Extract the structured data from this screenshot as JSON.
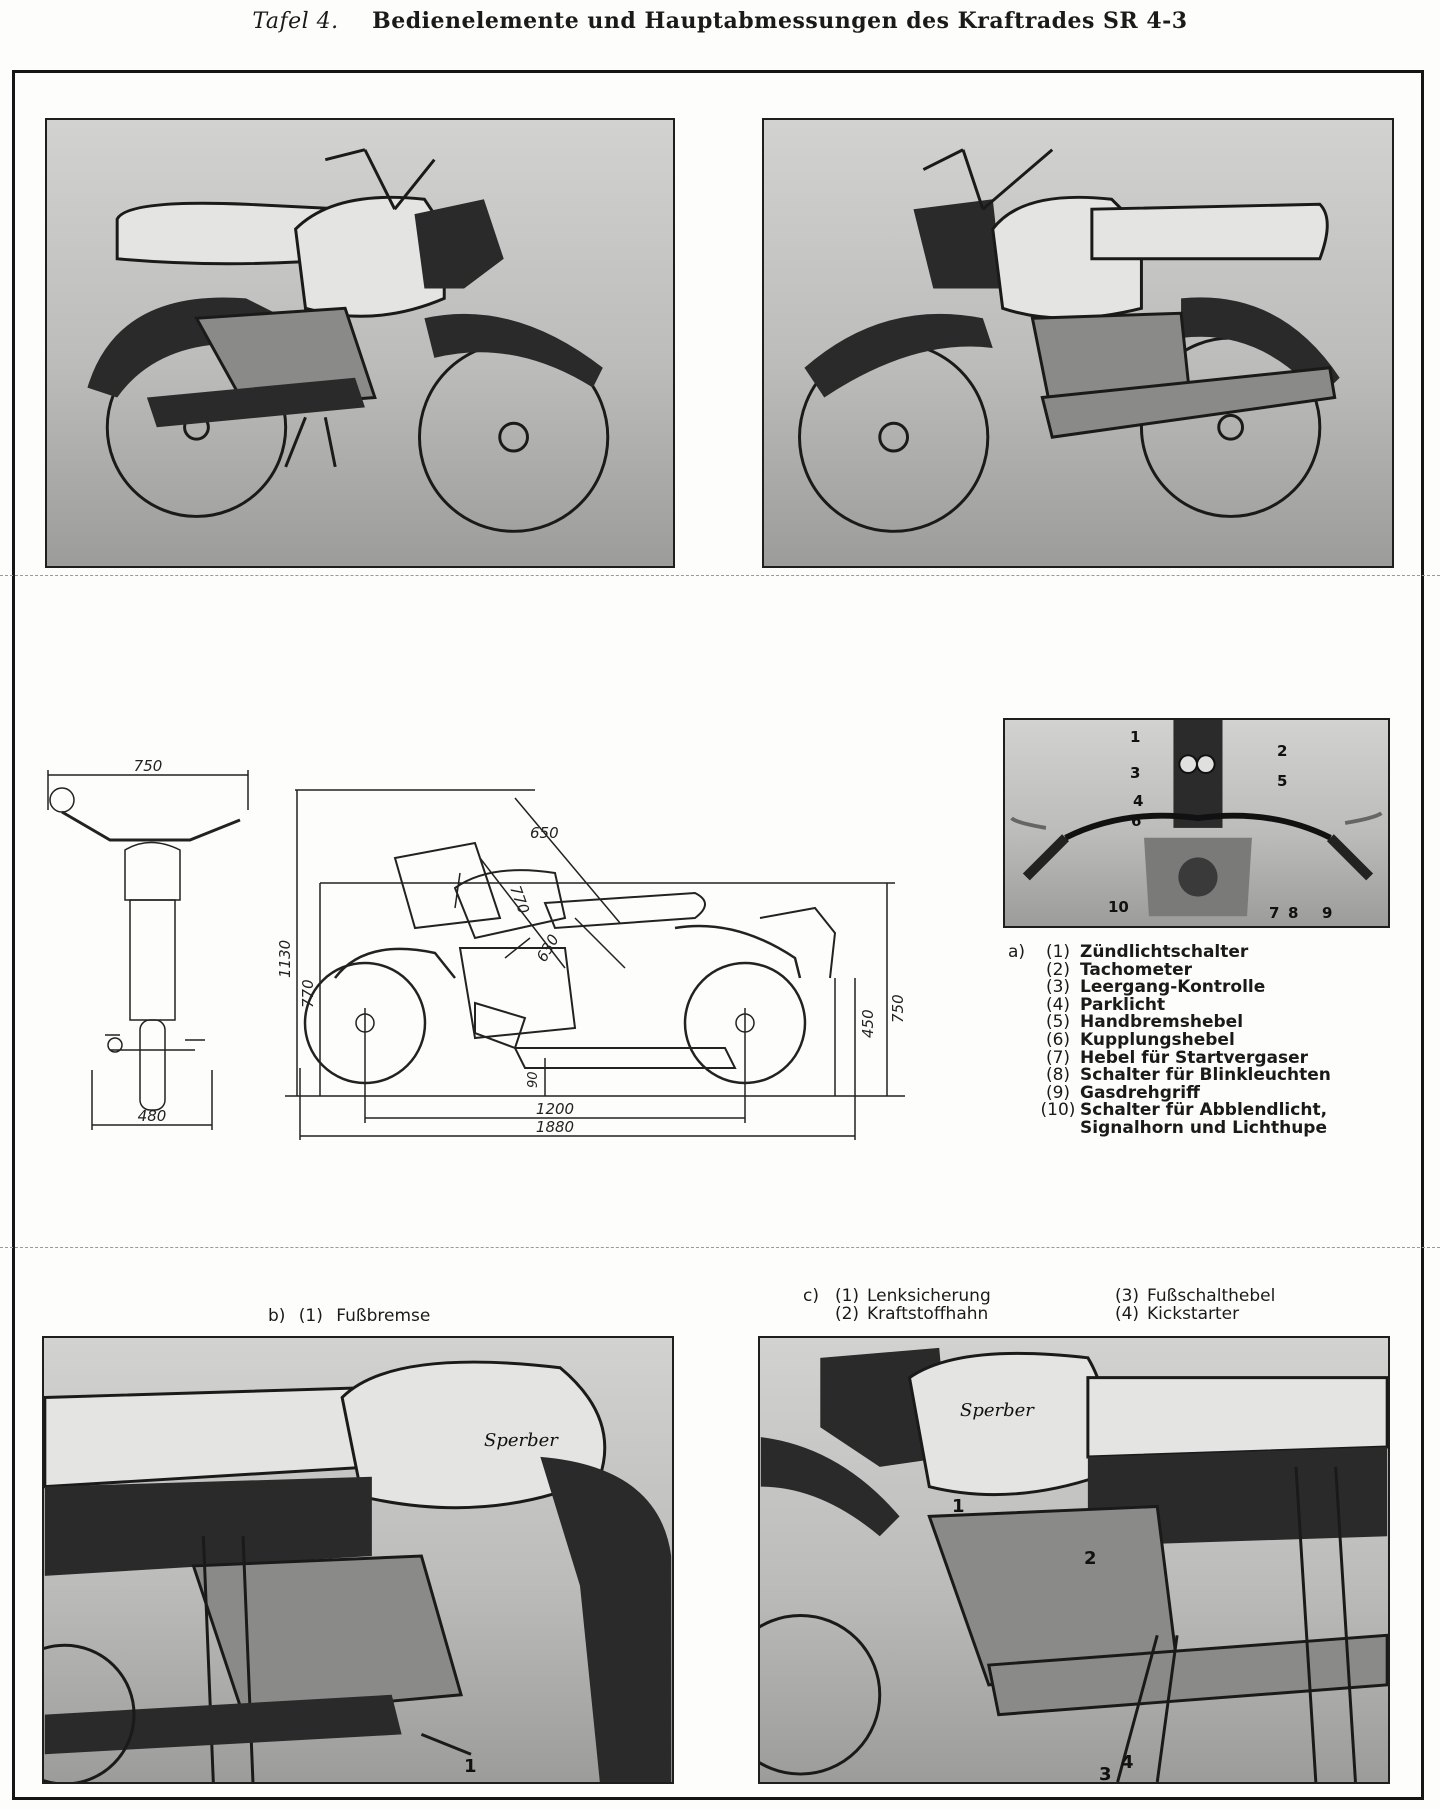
{
  "header": {
    "tafel": "Tafel 4.",
    "title": "Bedienelemente und Hauptabmessungen des Kraftrades SR 4-3"
  },
  "dimensions": {
    "front": {
      "width_top": "750",
      "width_bottom": "480"
    },
    "side": {
      "d650": "650",
      "d770_tank": "770",
      "d630": "630",
      "d1130": "1130",
      "d770": "770",
      "d450": "450",
      "d750": "750",
      "d90": "90",
      "d1200": "1200",
      "d1880": "1880"
    }
  },
  "detail_numbers": [
    "1",
    "2",
    "3",
    "4",
    "5",
    "6",
    "10",
    "7",
    "8",
    "9"
  ],
  "legend_a": {
    "prefix": "a)",
    "items": [
      {
        "num": "(1)",
        "text": "Zündlichtschalter"
      },
      {
        "num": "(2)",
        "text": "Tachometer"
      },
      {
        "num": "(3)",
        "text": "Leergang-Kontrolle"
      },
      {
        "num": "(4)",
        "text": "Parklicht"
      },
      {
        "num": "(5)",
        "text": "Handbremshebel"
      },
      {
        "num": "(6)",
        "text": "Kupplungshebel"
      },
      {
        "num": "(7)",
        "text": "Hebel für Startvergaser"
      },
      {
        "num": "(8)",
        "text": "Schalter für Blinkleuchten"
      },
      {
        "num": "(9)",
        "text": "Gasdrehgriff"
      },
      {
        "num": "(10)",
        "text": "Schalter für Abblendlicht,"
      }
    ],
    "continuation": "Signalhorn und Lichthupe"
  },
  "caption_b": {
    "prefix": "b)",
    "num": "(1)",
    "text": "Fußbremse"
  },
  "caption_c": {
    "prefix": "c)",
    "items": [
      {
        "num": "(1)",
        "text": "Lenksicherung"
      },
      {
        "num": "(2)",
        "text": "Kraftstoffhahn"
      },
      {
        "num": "(3)",
        "text": "Fußschalthebel"
      },
      {
        "num": "(4)",
        "text": "Kickstarter"
      }
    ]
  },
  "photo_callouts": {
    "b": [
      "1"
    ],
    "c": [
      "1",
      "2",
      "3",
      "4"
    ]
  },
  "tank_script": "Sperber"
}
